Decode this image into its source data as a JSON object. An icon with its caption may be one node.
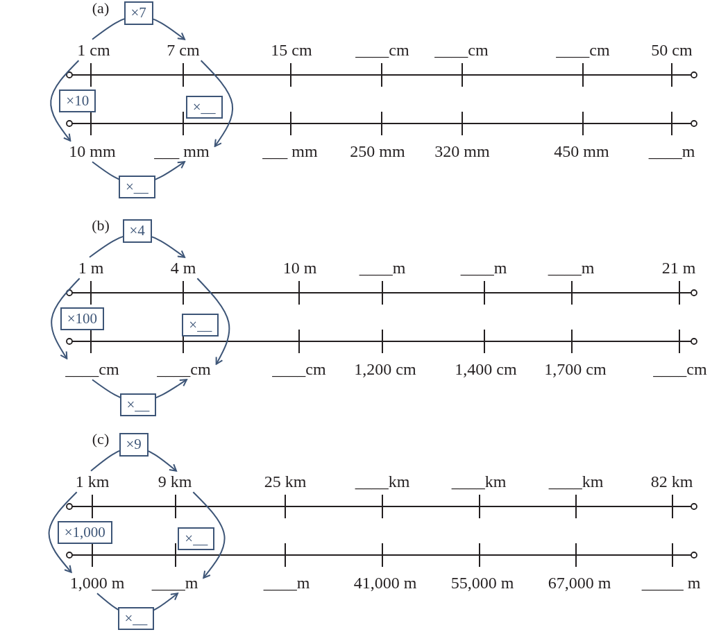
{
  "diagram": {
    "nodes": [
      {
        "text": [
          "1 cm"
        ]
      },
      {
        "text": [
          "7 cm"
        ]
      },
      {
        "text": [
          "15 cm"
        ]
      },
      {
        "text": [
          "____cm"
        ]
      },
      {
        "text": [
          "____cm"
        ]
      },
      {
        "text": [
          "____cm"
        ]
      },
      {
        "text": [
          "50 cm"
        ]
      },
      {
        "text": [
          "10 mm"
        ]
      },
      {
        "text": [
          "___ mm"
        ]
      },
      {
        "text": [
          "___ mm"
        ]
      },
      {
        "text": [
          "250 mm"
        ]
      },
      {
        "text": [
          "320 mm"
        ]
      },
      {
        "text": [
          "450 mm"
        ]
      },
      {
        "text": [
          "____m"
        ]
      },
      {
        "text": [
          "1 m"
        ]
      },
      {
        "text": [
          "4 m"
        ]
      },
      {
        "text": [
          "10 m"
        ]
      },
      {
        "text": [
          "____m"
        ]
      },
      {
        "text": [
          "____m"
        ]
      },
      {
        "text": [
          "____m"
        ]
      },
      {
        "text": [
          "21 m"
        ]
      },
      {
        "text": [
          "____cm"
        ]
      },
      {
        "text": [
          "____cm"
        ]
      },
      {
        "text": [
          "____cm"
        ]
      },
      {
        "text": [
          "1,200 cm"
        ]
      },
      {
        "text": [
          "1,400 cm"
        ]
      },
      {
        "text": [
          "1,700 cm"
        ]
      },
      {
        "text": [
          "____cm"
        ]
      },
      {
        "text": [
          "1 km"
        ]
      },
      {
        "text": [
          "9 km"
        ]
      },
      {
        "text": [
          "25 km"
        ]
      },
      {
        "text": [
          "____km"
        ]
      },
      {
        "text": [
          "____km"
        ]
      },
      {
        "text": [
          "____km"
        ]
      },
      {
        "text": [
          "82 km"
        ]
      },
      {
        "text": [
          "1,000 m"
        ]
      },
      {
        "text": [
          "____m"
        ]
      },
      {
        "text": [
          "____m"
        ]
      },
      {
        "text": [
          "41,000 m"
        ]
      },
      {
        "text": [
          "55,000 m"
        ]
      },
      {
        "text": [
          "67,000 m"
        ]
      },
      {
        "text": [
          "_____ m"
        ]
      }
    ],
    "edges": [
      {
        "from": 0,
        "to": 1,
        "arrow": "to",
        "label": "×7"
      },
      {
        "from": 0,
        "to": 7,
        "arrow": "to",
        "label": "×10"
      },
      {
        "from": 1,
        "to": 8,
        "arrow": "to",
        "label": "×__"
      },
      {
        "from": 7,
        "to": 8,
        "arrow": "to",
        "label": "×__"
      },
      {
        "from": 14,
        "to": 15,
        "arrow": "to",
        "label": "×4"
      },
      {
        "from": 14,
        "to": 21,
        "arrow": "to",
        "label": "×100"
      },
      {
        "from": 15,
        "to": 22,
        "arrow": "to",
        "label": "×__"
      },
      {
        "from": 21,
        "to": 22,
        "arrow": "to",
        "label": "×__"
      },
      {
        "from": 28,
        "to": 29,
        "arrow": "to",
        "label": "×9"
      },
      {
        "from": 28,
        "to": 35,
        "arrow": "to",
        "label": "×1,000"
      },
      {
        "from": 29,
        "to": 36,
        "arrow": "to",
        "label": "×__"
      },
      {
        "from": 35,
        "to": 36,
        "arrow": "to",
        "label": "×__"
      }
    ],
    "labels": [
      "(a)",
      "(b)",
      "(c)"
    ]
  }
}
